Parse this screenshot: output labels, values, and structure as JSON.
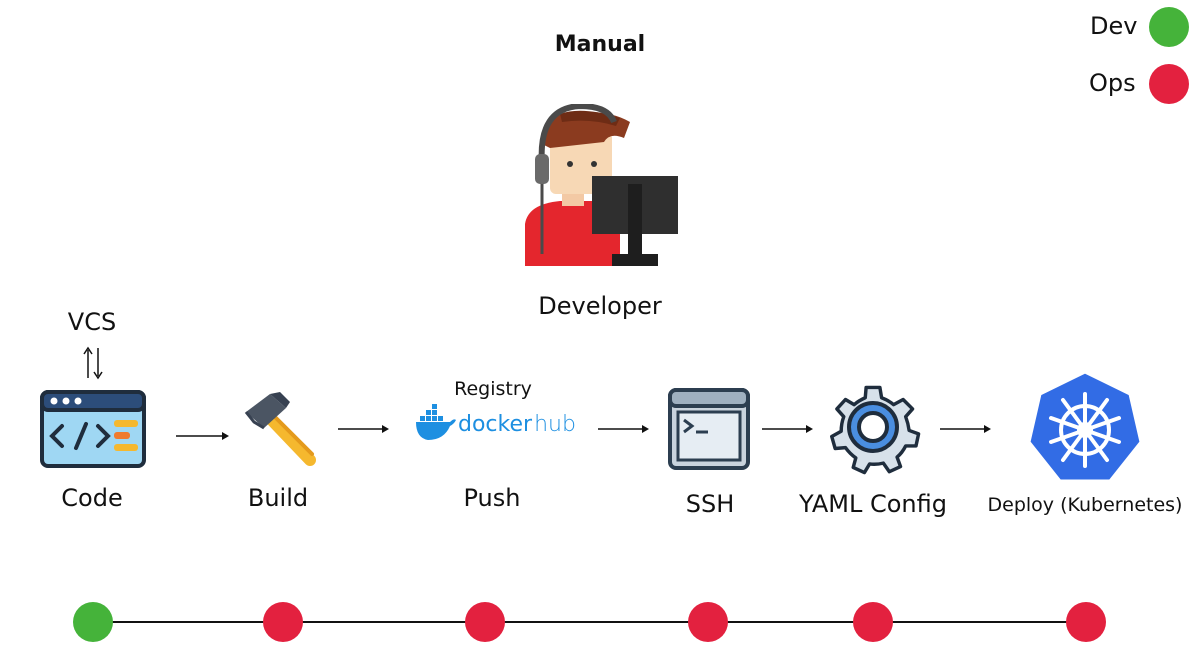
{
  "title": "Manual",
  "legend": {
    "dev": {
      "label": "Dev",
      "color": "#45b33a"
    },
    "ops": {
      "label": "Ops",
      "color": "#e3213f"
    }
  },
  "developer": {
    "label": "Developer"
  },
  "vcs": {
    "label": "VCS"
  },
  "registry": {
    "label": "Registry"
  },
  "stages": [
    {
      "label": "Code",
      "owner": "Dev",
      "icon": "code-editor-icon"
    },
    {
      "label": "Build",
      "owner": "Ops",
      "icon": "hammer-icon"
    },
    {
      "label": "Push",
      "owner": "Ops",
      "icon": "docker-hub-icon"
    },
    {
      "label": "SSH",
      "owner": "Ops",
      "icon": "terminal-icon"
    },
    {
      "label": "YAML Config",
      "owner": "Ops",
      "icon": "gear-icon"
    },
    {
      "label": "Deploy (Kubernetes)",
      "owner": "Ops",
      "icon": "kubernetes-icon"
    }
  ],
  "dockerhub": {
    "logo_text_1": "docker",
    "logo_text_2": "hub",
    "color": "#1d8fe1"
  },
  "kubernetes": {
    "color": "#326ce5"
  }
}
